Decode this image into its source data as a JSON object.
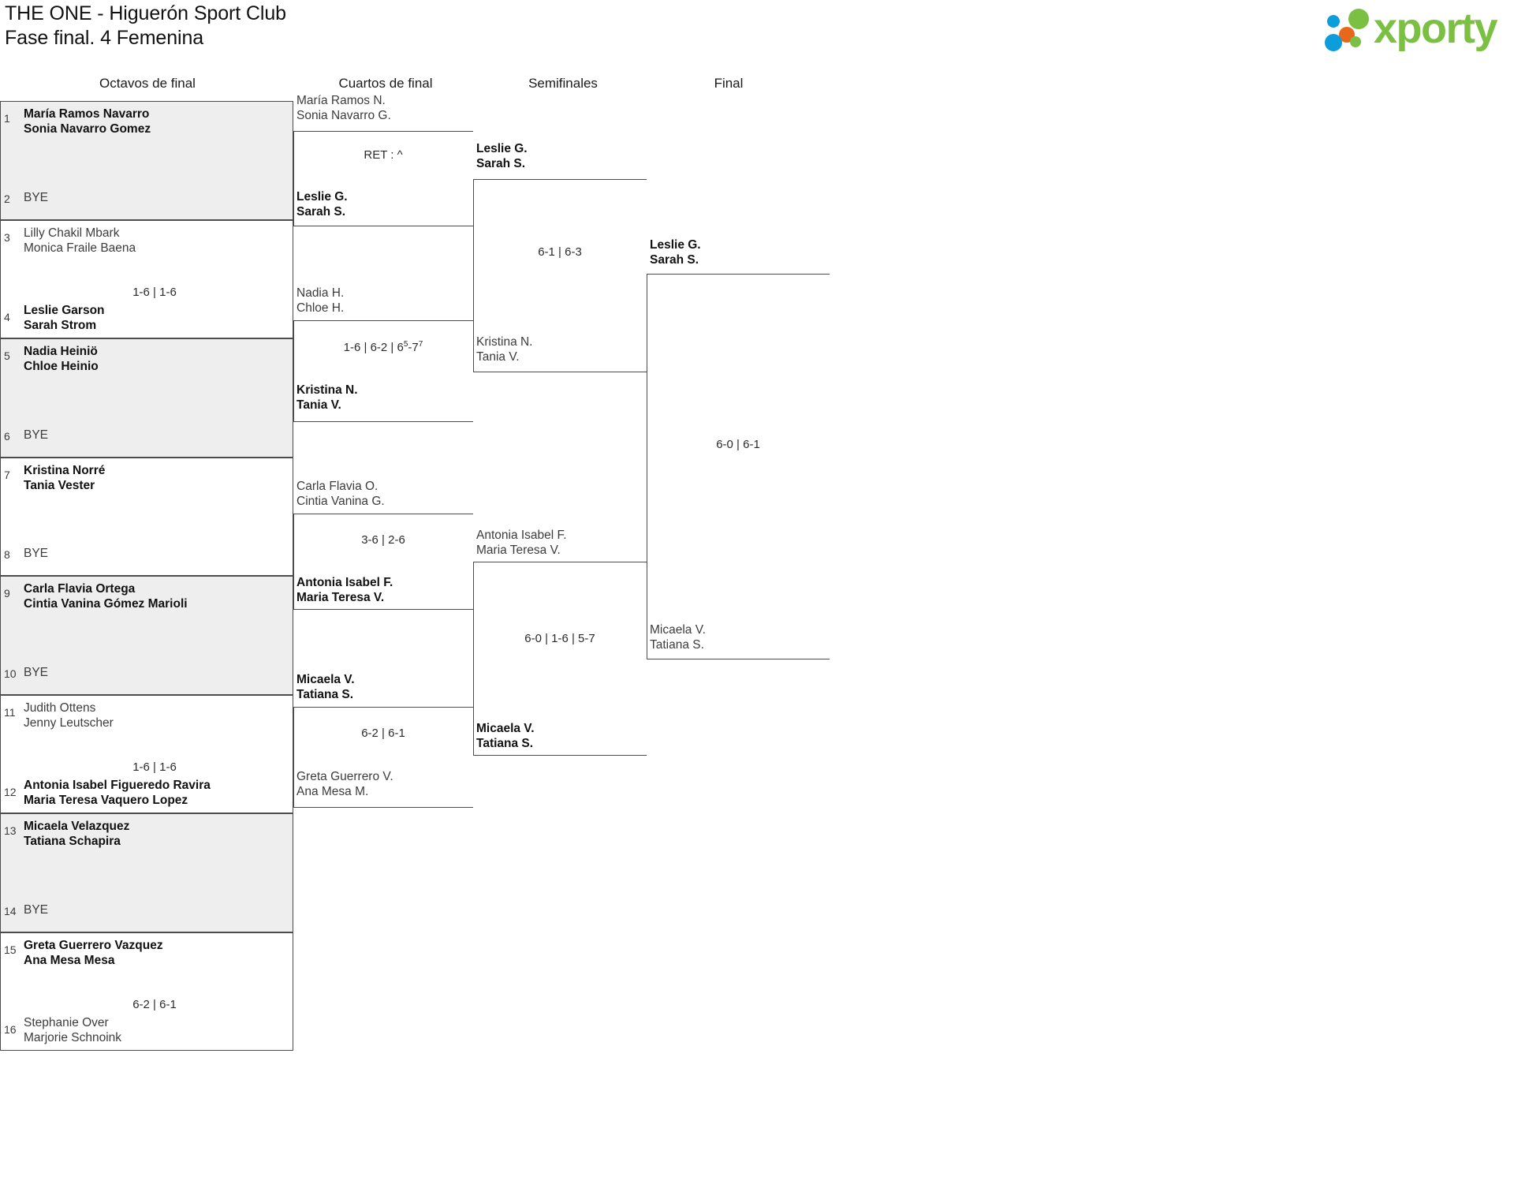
{
  "header": {
    "title_line1": "THE ONE - Higuerón Sport Club",
    "title_line2": "Fase final. 4 Femenina",
    "logo_text": "xporty"
  },
  "rounds": [
    {
      "label": "Octavos de final"
    },
    {
      "label": "Cuartos de final"
    },
    {
      "label": "Semifinales"
    },
    {
      "label": "Final"
    }
  ],
  "bye_label": "BYE",
  "round1": {
    "matches": [
      {
        "shaded": true,
        "top": {
          "seed": "1",
          "p1": "María Ramos Navarro",
          "p2": "Sonia Navarro Gomez",
          "winner": true,
          "bye": false
        },
        "bottom": {
          "seed": "2",
          "p1": "BYE",
          "p2": "",
          "winner": false,
          "bye": true
        },
        "score": ""
      },
      {
        "shaded": false,
        "top": {
          "seed": "3",
          "p1": "Lilly Chakil Mbark",
          "p2": "Monica Fraile Baena",
          "winner": false,
          "bye": false
        },
        "bottom": {
          "seed": "4",
          "p1": "Leslie Garson",
          "p2": "Sarah Strom",
          "winner": true,
          "bye": false
        },
        "score": "1-6 | 1-6"
      },
      {
        "shaded": true,
        "top": {
          "seed": "5",
          "p1": "Nadia Heiniö",
          "p2": "Chloe Heinio",
          "winner": true,
          "bye": false
        },
        "bottom": {
          "seed": "6",
          "p1": "BYE",
          "p2": "",
          "winner": false,
          "bye": true
        },
        "score": ""
      },
      {
        "shaded": false,
        "top": {
          "seed": "7",
          "p1": "Kristina Norré",
          "p2": "Tania Vester",
          "winner": true,
          "bye": false
        },
        "bottom": {
          "seed": "8",
          "p1": "BYE",
          "p2": "",
          "winner": false,
          "bye": true
        },
        "score": ""
      },
      {
        "shaded": true,
        "top": {
          "seed": "9",
          "p1": "Carla Flavia Ortega",
          "p2": "Cintia Vanina Gómez Marioli",
          "winner": true,
          "bye": false
        },
        "bottom": {
          "seed": "10",
          "p1": "BYE",
          "p2": "",
          "winner": false,
          "bye": true
        },
        "score": ""
      },
      {
        "shaded": false,
        "top": {
          "seed": "11",
          "p1": "Judith Ottens",
          "p2": "Jenny Leutscher",
          "winner": false,
          "bye": false
        },
        "bottom": {
          "seed": "12",
          "p1": "Antonia Isabel Figueredo Ravira",
          "p2": "Maria Teresa Vaquero Lopez",
          "winner": true,
          "bye": false
        },
        "score": "1-6 | 1-6"
      },
      {
        "shaded": true,
        "top": {
          "seed": "13",
          "p1": "Micaela Velazquez",
          "p2": "Tatiana Schapira",
          "winner": true,
          "bye": false
        },
        "bottom": {
          "seed": "14",
          "p1": "BYE",
          "p2": "",
          "winner": false,
          "bye": true
        },
        "score": ""
      },
      {
        "shaded": false,
        "top": {
          "seed": "15",
          "p1": "Greta Guerrero Vazquez",
          "p2": "Ana Mesa Mesa",
          "winner": true,
          "bye": false
        },
        "bottom": {
          "seed": "16",
          "p1": "Stephanie Over",
          "p2": "Marjorie Schnoink",
          "winner": false,
          "bye": false
        },
        "score": "6-2 | 6-1"
      }
    ]
  },
  "round2": {
    "matches": [
      {
        "top": {
          "p1": "María Ramos N.",
          "p2": "Sonia Navarro G.",
          "winner": false
        },
        "bottom": {
          "p1": "Leslie G.",
          "p2": "Sarah S.",
          "winner": true
        },
        "score_plain": "RET : ^",
        "score_html": "RET : ^"
      },
      {
        "top": {
          "p1": "Nadia H.",
          "p2": "Chloe H.",
          "winner": false
        },
        "bottom": {
          "p1": "Kristina N.",
          "p2": "Tania V.",
          "winner": true
        },
        "score_plain": "1-6 | 6-2 | 65-77",
        "score_html": "1-6 | 6-2 | 6<sup>5</sup>-7<sup>7</sup>"
      },
      {
        "top": {
          "p1": "Carla Flavia O.",
          "p2": "Cintia Vanina G.",
          "winner": false
        },
        "bottom": {
          "p1": "Antonia Isabel F.",
          "p2": "Maria Teresa V.",
          "winner": true
        },
        "score_plain": "3-6 | 2-6",
        "score_html": "3-6 | 2-6"
      },
      {
        "top": {
          "p1": "Micaela V.",
          "p2": "Tatiana S.",
          "winner": true
        },
        "bottom": {
          "p1": "Greta Guerrero V.",
          "p2": "Ana Mesa M.",
          "winner": false
        },
        "score_plain": "6-2 | 6-1",
        "score_html": "6-2 | 6-1"
      }
    ]
  },
  "round3": {
    "matches": [
      {
        "top": {
          "p1": "Leslie G.",
          "p2": "Sarah S.",
          "winner": true
        },
        "bottom": {
          "p1": "Kristina N.",
          "p2": "Tania V.",
          "winner": false
        },
        "score_plain": "6-1 | 6-3",
        "score_html": "6-1 | 6-3"
      },
      {
        "top": {
          "p1": "Antonia Isabel F.",
          "p2": "Maria Teresa V.",
          "winner": false
        },
        "bottom": {
          "p1": "Micaela V.",
          "p2": "Tatiana S.",
          "winner": true
        },
        "score_plain": "6-0 | 1-6 | 5-7",
        "score_html": "6-0 | 1-6 | 5-7"
      }
    ]
  },
  "round4": {
    "matches": [
      {
        "top": {
          "p1": "Leslie G.",
          "p2": "Sarah S.",
          "winner": true
        },
        "bottom": {
          "p1": "Micaela V.",
          "p2": "Tatiana S.",
          "winner": false
        },
        "score_plain": "6-0 | 6-1",
        "score_html": "6-0 | 6-1"
      }
    ]
  },
  "colors": {
    "shaded_row": "#eeeeee",
    "border": "#4c4c4c",
    "logo_green": "#7cc043",
    "logo_blue": "#0d9ddb",
    "logo_orange": "#e8671a"
  }
}
